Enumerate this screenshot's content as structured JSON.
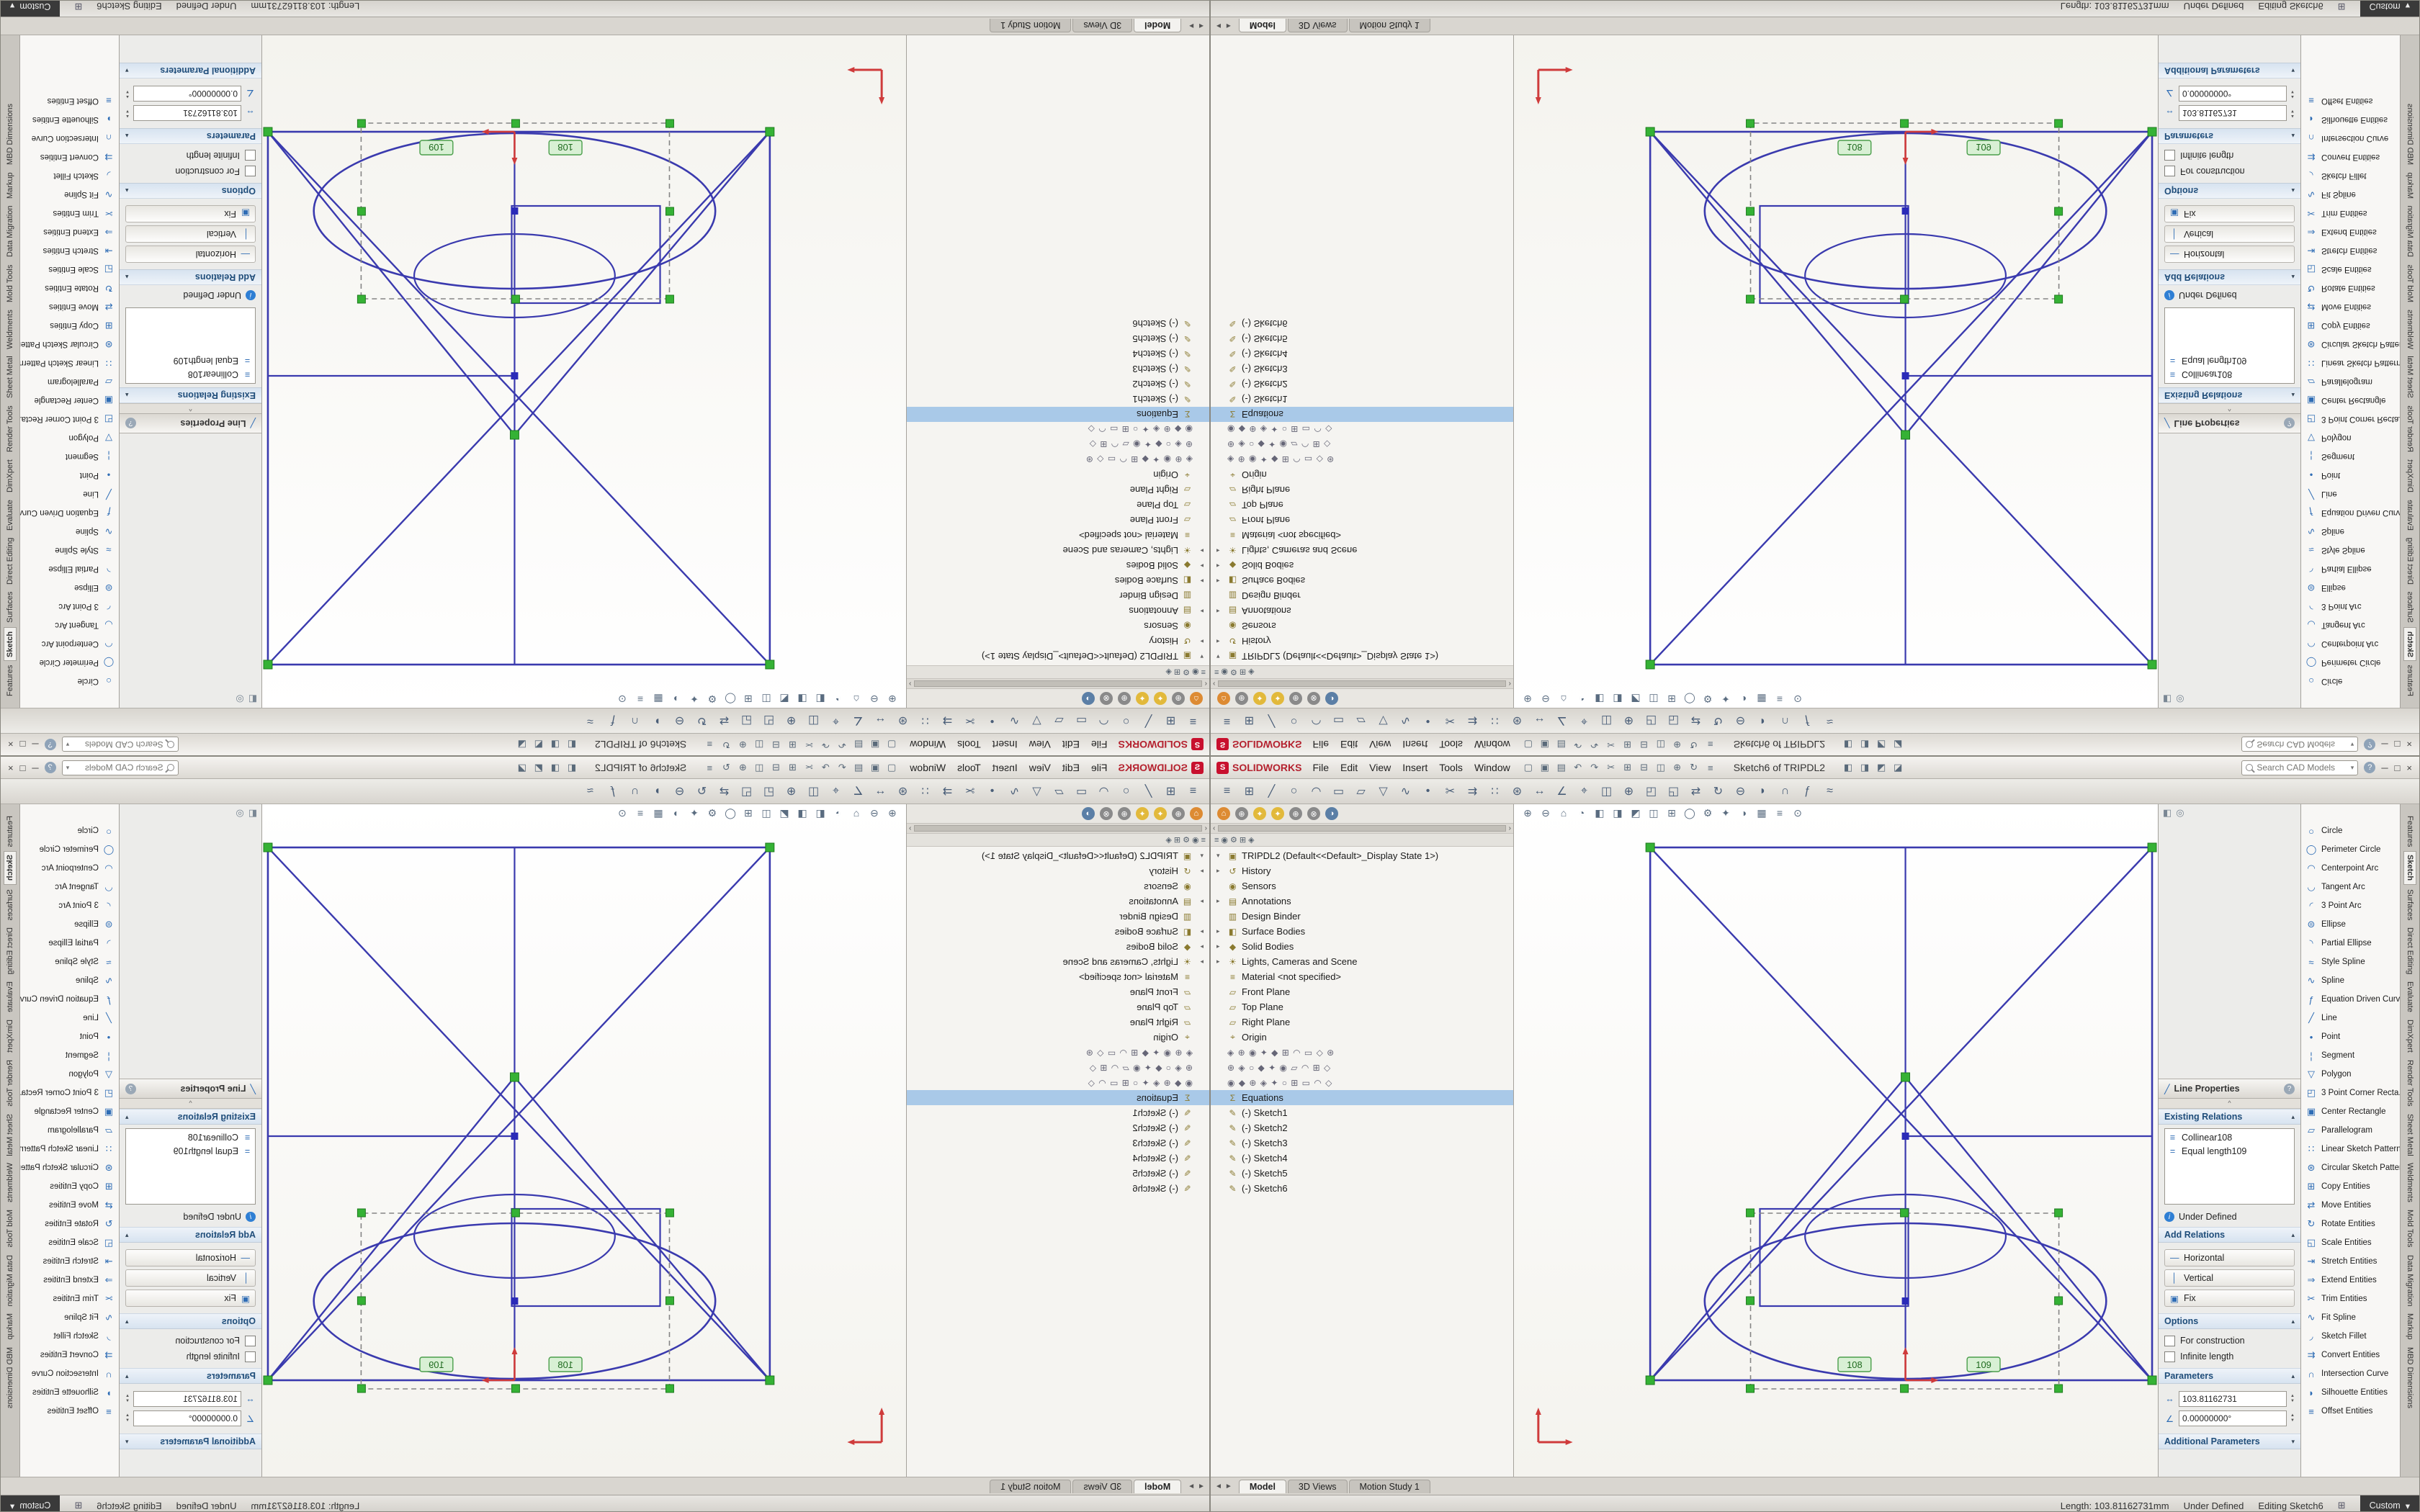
{
  "window": {
    "menu": {
      "logo_badge": "S",
      "logo_text": "SOLIDWORKS",
      "items": [
        "File",
        "Edit",
        "View",
        "Insert",
        "Tools",
        "Window"
      ],
      "quick_icons": [
        "▢",
        "▣",
        "▤",
        "↶",
        "↷",
        "✂",
        "⊞",
        "⊟",
        "◫",
        "⊕",
        "↻",
        "≡"
      ],
      "title": "Sketch6 of TRIPDL2",
      "right_icons": [
        "◧",
        "◨",
        "◩",
        "◪"
      ],
      "search": "Search CAD Models",
      "help_icon": "?",
      "win_buttons": [
        "─",
        "□",
        "×"
      ]
    },
    "cmd_icons": [
      "≡",
      "⊞",
      "╱",
      "○",
      "◠",
      "▭",
      "▱",
      "▽",
      "∿",
      "•",
      "✂",
      "⇉",
      "∷",
      "⊛",
      "↔",
      "∠",
      "⌖",
      "◫",
      "⊕",
      "◰",
      "◱",
      "⇄",
      "↻",
      "⊖",
      "◗",
      "∩",
      "ƒ",
      "≈"
    ],
    "headsup_icons": [
      "⊕",
      "⊖",
      "⌂",
      "◔",
      "◧",
      "◨",
      "◩",
      "◫",
      "⊞",
      "◯",
      "⚙",
      "✦",
      "◑",
      "▦",
      "≡",
      "⊙"
    ],
    "tree": {
      "view_icons": [
        {
          "glyph": "⌂",
          "color": "#dd8b33"
        },
        {
          "glyph": "⊕",
          "color": "#8a8a8a"
        },
        {
          "glyph": "✦",
          "color": "#e2b93b"
        },
        {
          "glyph": "✦",
          "color": "#e2b93b"
        },
        {
          "glyph": "⊕",
          "color": "#8a8a8a"
        },
        {
          "glyph": "⊗",
          "color": "#8a8a8a"
        },
        {
          "glyph": "◑",
          "color": "#5b7fa6"
        }
      ],
      "scroll_left": "‹",
      "scroll_right": "›",
      "tab_icons": [
        "≡",
        "◉",
        "⚙",
        "⊞",
        "◈"
      ],
      "rows": [
        {
          "tw": "▾",
          "icon": "▣",
          "label": "TRIPDL2 (Default<<Default>_Display State 1>)"
        },
        {
          "tw": "▸",
          "icon": "↺",
          "label": "History"
        },
        {
          "tw": "",
          "icon": "◉",
          "label": "Sensors"
        },
        {
          "tw": "▸",
          "icon": "▤",
          "label": "Annotations"
        },
        {
          "tw": "",
          "icon": "▥",
          "label": "Design Binder"
        },
        {
          "tw": "▸",
          "icon": "◧",
          "label": "Surface Bodies"
        },
        {
          "tw": "▸",
          "icon": "◆",
          "label": "Solid Bodies"
        },
        {
          "tw": "▸",
          "icon": "☀",
          "label": "Lights, Cameras and Scene"
        },
        {
          "tw": "",
          "icon": "≡",
          "label": "Material <not specified>"
        },
        {
          "tw": "",
          "icon": "▱",
          "label": "Front Plane"
        },
        {
          "tw": "",
          "icon": "▱",
          "label": "Top Plane"
        },
        {
          "tw": "",
          "icon": "▱",
          "label": "Right Plane"
        },
        {
          "tw": "",
          "icon": "⌖",
          "label": "Origin"
        },
        {
          "tw": "",
          "icons": "◈ ⊕ ◉ ✦ ◆ ⊞ ◠ ▭ ◇ ⊛"
        },
        {
          "tw": "",
          "icons": "⊕ ◈ ○ ◆ ✦ ◉ ▱ ◠ ⊞ ◇"
        },
        {
          "tw": "",
          "icons": "◉ ◆ ⊕ ◈ ✦ ○ ⊞ ▭ ◠ ◇"
        },
        {
          "tw": "",
          "icon": "Σ",
          "label": "Equations",
          "selected": true
        },
        {
          "tw": "",
          "icon": "✎",
          "label": "(-) Sketch1"
        },
        {
          "tw": "",
          "icon": "✎",
          "label": "(-) Sketch2"
        },
        {
          "tw": "",
          "icon": "✎",
          "label": "(-) Sketch3"
        },
        {
          "tw": "",
          "icon": "✎",
          "label": "(-) Sketch4"
        },
        {
          "tw": "",
          "icon": "✎",
          "label": "(-) Sketch5"
        },
        {
          "tw": "",
          "icon": "✎",
          "label": "(-) Sketch6"
        }
      ]
    },
    "canvas": {
      "tags": [
        "108",
        "109"
      ]
    },
    "pm": {
      "top_icons": [
        "◧",
        "◎"
      ],
      "title_icon": "╱",
      "title": "Line Properties",
      "help_icon": "?",
      "collapse_glyph": "^",
      "sections": {
        "existing": {
          "title": "Existing Relations",
          "items": [
            {
              "icon": "≡",
              "label": "Collinear108"
            },
            {
              "icon": "=",
              "label": "Equal length109"
            }
          ]
        },
        "status": {
          "icon": "i",
          "label": "Under Defined"
        },
        "add": {
          "title": "Add Relations",
          "buttons": [
            {
              "icon": "—",
              "label": "Horizontal"
            },
            {
              "icon": "│",
              "label": "Vertical"
            },
            {
              "icon": "▣",
              "label": "Fix"
            }
          ]
        },
        "options": {
          "title": "Options",
          "checks": [
            {
              "label": "For construction",
              "checked": false
            },
            {
              "label": "Infinite length",
              "checked": false
            }
          ]
        },
        "parameters": {
          "title": "Parameters",
          "fields": [
            {
              "icon": "↔",
              "value": "103.81162731"
            },
            {
              "icon": "∠",
              "value": "0.00000000°"
            }
          ]
        },
        "additional": {
          "title": "Additional Parameters"
        }
      }
    },
    "tools": [
      {
        "glyph": "○",
        "label": "Circle"
      },
      {
        "glyph": "◯",
        "label": "Perimeter Circle"
      },
      {
        "glyph": "◠",
        "label": "Centerpoint Arc"
      },
      {
        "glyph": "◡",
        "label": "Tangent Arc"
      },
      {
        "glyph": "◜",
        "label": "3 Point Arc"
      },
      {
        "glyph": "⊜",
        "label": "Ellipse"
      },
      {
        "glyph": "◝",
        "label": "Partial Ellipse"
      },
      {
        "glyph": "≈",
        "label": "Style Spline"
      },
      {
        "glyph": "∿",
        "label": "Spline"
      },
      {
        "glyph": "ƒ",
        "label": "Equation Driven Curve"
      },
      {
        "glyph": "╱",
        "label": "Line"
      },
      {
        "glyph": "•",
        "label": "Point"
      },
      {
        "glyph": "¦",
        "label": "Segment"
      },
      {
        "glyph": "▽",
        "label": "Polygon"
      },
      {
        "glyph": "◰",
        "label": "3 Point Corner Recta..."
      },
      {
        "glyph": "▣",
        "label": "Center Rectangle"
      },
      {
        "glyph": "▱",
        "label": "Parallelogram"
      },
      {
        "glyph": "∷",
        "label": "Linear Sketch Pattern"
      },
      {
        "glyph": "⊛",
        "label": "Circular Sketch Pattern"
      },
      {
        "glyph": "⊞",
        "label": "Copy Entities"
      },
      {
        "glyph": "⇄",
        "label": "Move Entities"
      },
      {
        "glyph": "↻",
        "label": "Rotate Entities"
      },
      {
        "glyph": "◱",
        "label": "Scale Entities"
      },
      {
        "glyph": "⇥",
        "label": "Stretch Entities"
      },
      {
        "glyph": "⇒",
        "label": "Extend Entities"
      },
      {
        "glyph": "✂",
        "label": "Trim Entities"
      },
      {
        "glyph": "∿",
        "label": "Fit Spline"
      },
      {
        "glyph": "◞",
        "label": "Sketch Fillet"
      },
      {
        "glyph": "⇉",
        "label": "Convert Entities"
      },
      {
        "glyph": "∩",
        "label": "Intersection Curve"
      },
      {
        "glyph": "◗",
        "label": "Silhouette Entities"
      },
      {
        "glyph": "≡",
        "label": "Offset Entities"
      }
    ],
    "vtabs": [
      {
        "label": "Features",
        "active": false
      },
      {
        "label": "Sketch",
        "active": true
      },
      {
        "label": "Surfaces",
        "active": false
      },
      {
        "label": "Direct Editing",
        "active": false
      },
      {
        "label": "Evaluate",
        "active": false
      },
      {
        "label": "DimXpert",
        "active": false
      },
      {
        "label": "Render Tools",
        "active": false
      },
      {
        "label": "Sheet Metal",
        "active": false
      },
      {
        "label": "Weldments",
        "active": false
      },
      {
        "label": "Mold Tools",
        "active": false
      },
      {
        "label": "Data Migration",
        "active": false
      },
      {
        "label": "Markup",
        "active": false
      },
      {
        "label": "MBD Dimensions",
        "active": false
      }
    ],
    "tab_nav": [
      "◄",
      "►"
    ],
    "model_tabs": [
      {
        "label": "Model",
        "active": true
      },
      {
        "label": "3D Views",
        "active": false
      },
      {
        "label": "Motion Study 1",
        "active": false
      }
    ],
    "status": {
      "length": "Length: 103.81162731mm",
      "state": "Under Defined",
      "editing": "Editing Sketch6",
      "grid_icon": "⊞",
      "units": "Custom",
      "units_caret": "▾"
    },
    "colors": {
      "accent_blue": "#2f6db5",
      "sketch_line": "#3a3aae",
      "handle_green": "#35b235",
      "origin_red": "#cf3b3b",
      "selection_blue": "#a9c9e8"
    }
  }
}
